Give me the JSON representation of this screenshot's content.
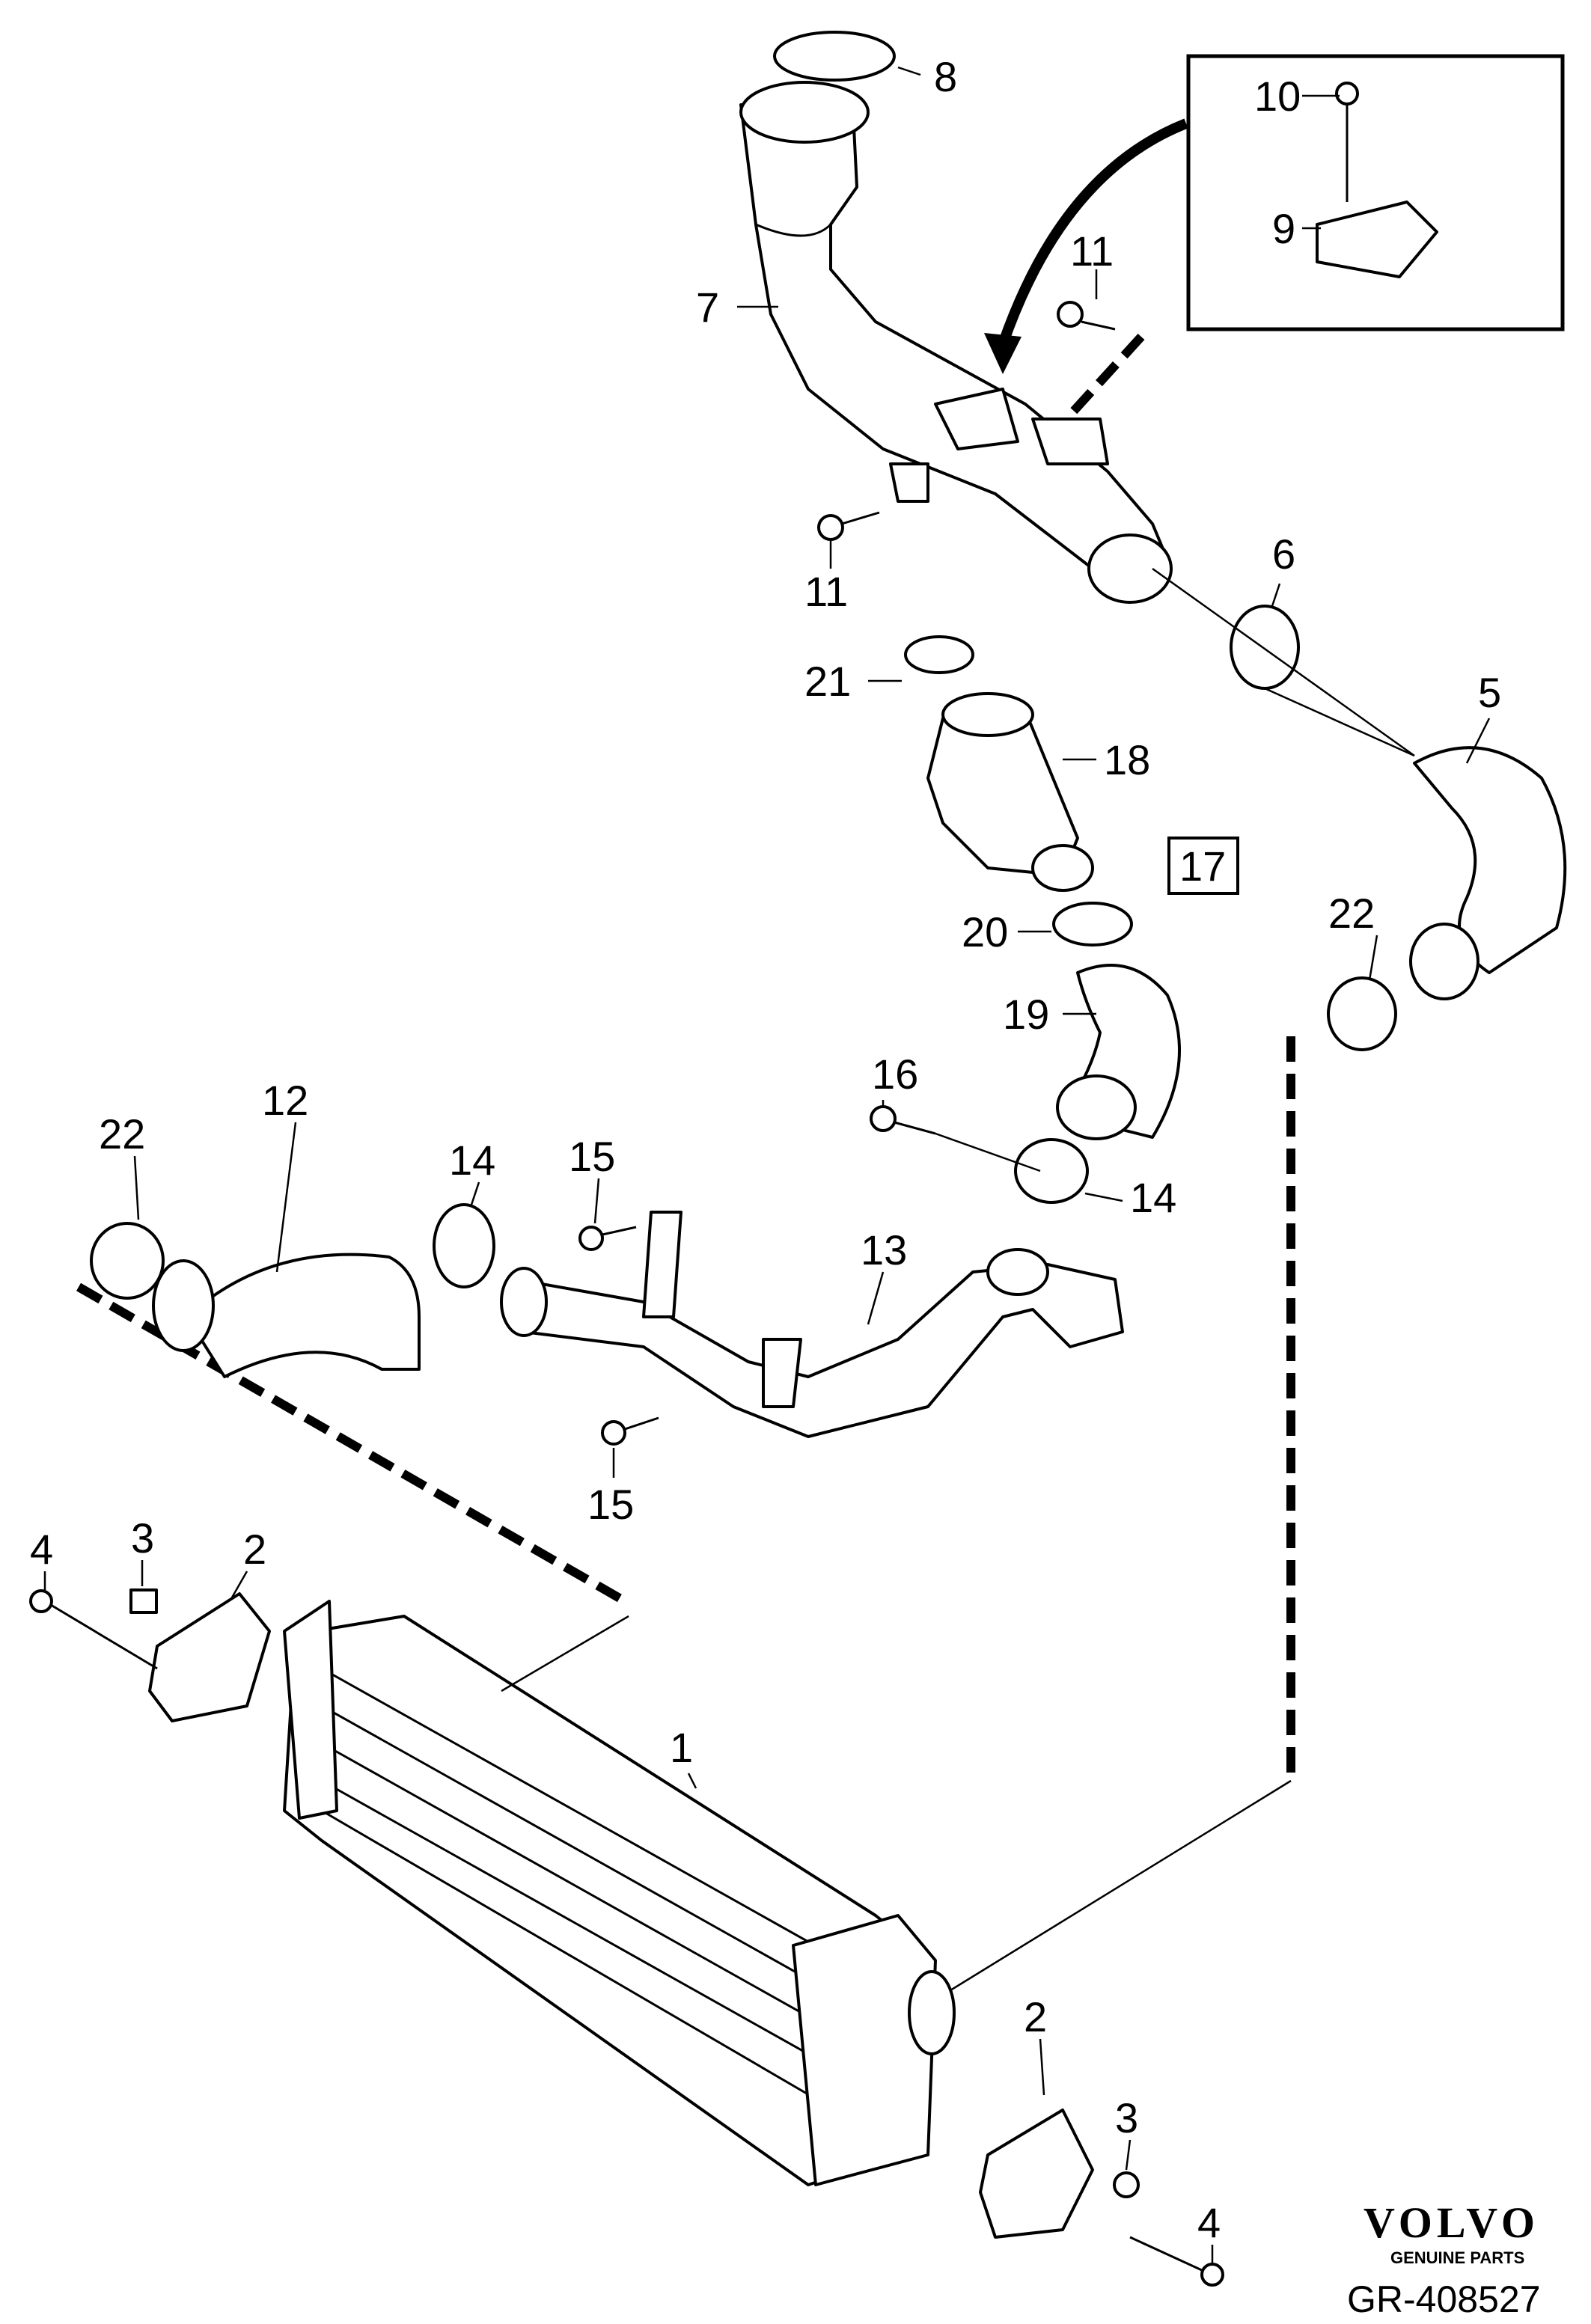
{
  "callouts": {
    "c1": "1",
    "c2a": "2",
    "c2b": "2",
    "c3a": "3",
    "c3b": "3",
    "c4a": "4",
    "c4b": "4",
    "c5": "5",
    "c6": "6",
    "c7": "7",
    "c8": "8",
    "c9": "9",
    "c10": "10",
    "c11a": "11",
    "c11b": "11",
    "c12": "12",
    "c13": "13",
    "c14a": "14",
    "c14b": "14",
    "c15a": "15",
    "c15b": "15",
    "c16": "16",
    "c17": "17",
    "c18": "18",
    "c19": "19",
    "c20": "20",
    "c21": "21",
    "c22a": "22",
    "c22b": "22"
  },
  "brand": {
    "name": "VOLVO",
    "tagline": "GENUINE PARTS",
    "reference": "GR-408527"
  }
}
